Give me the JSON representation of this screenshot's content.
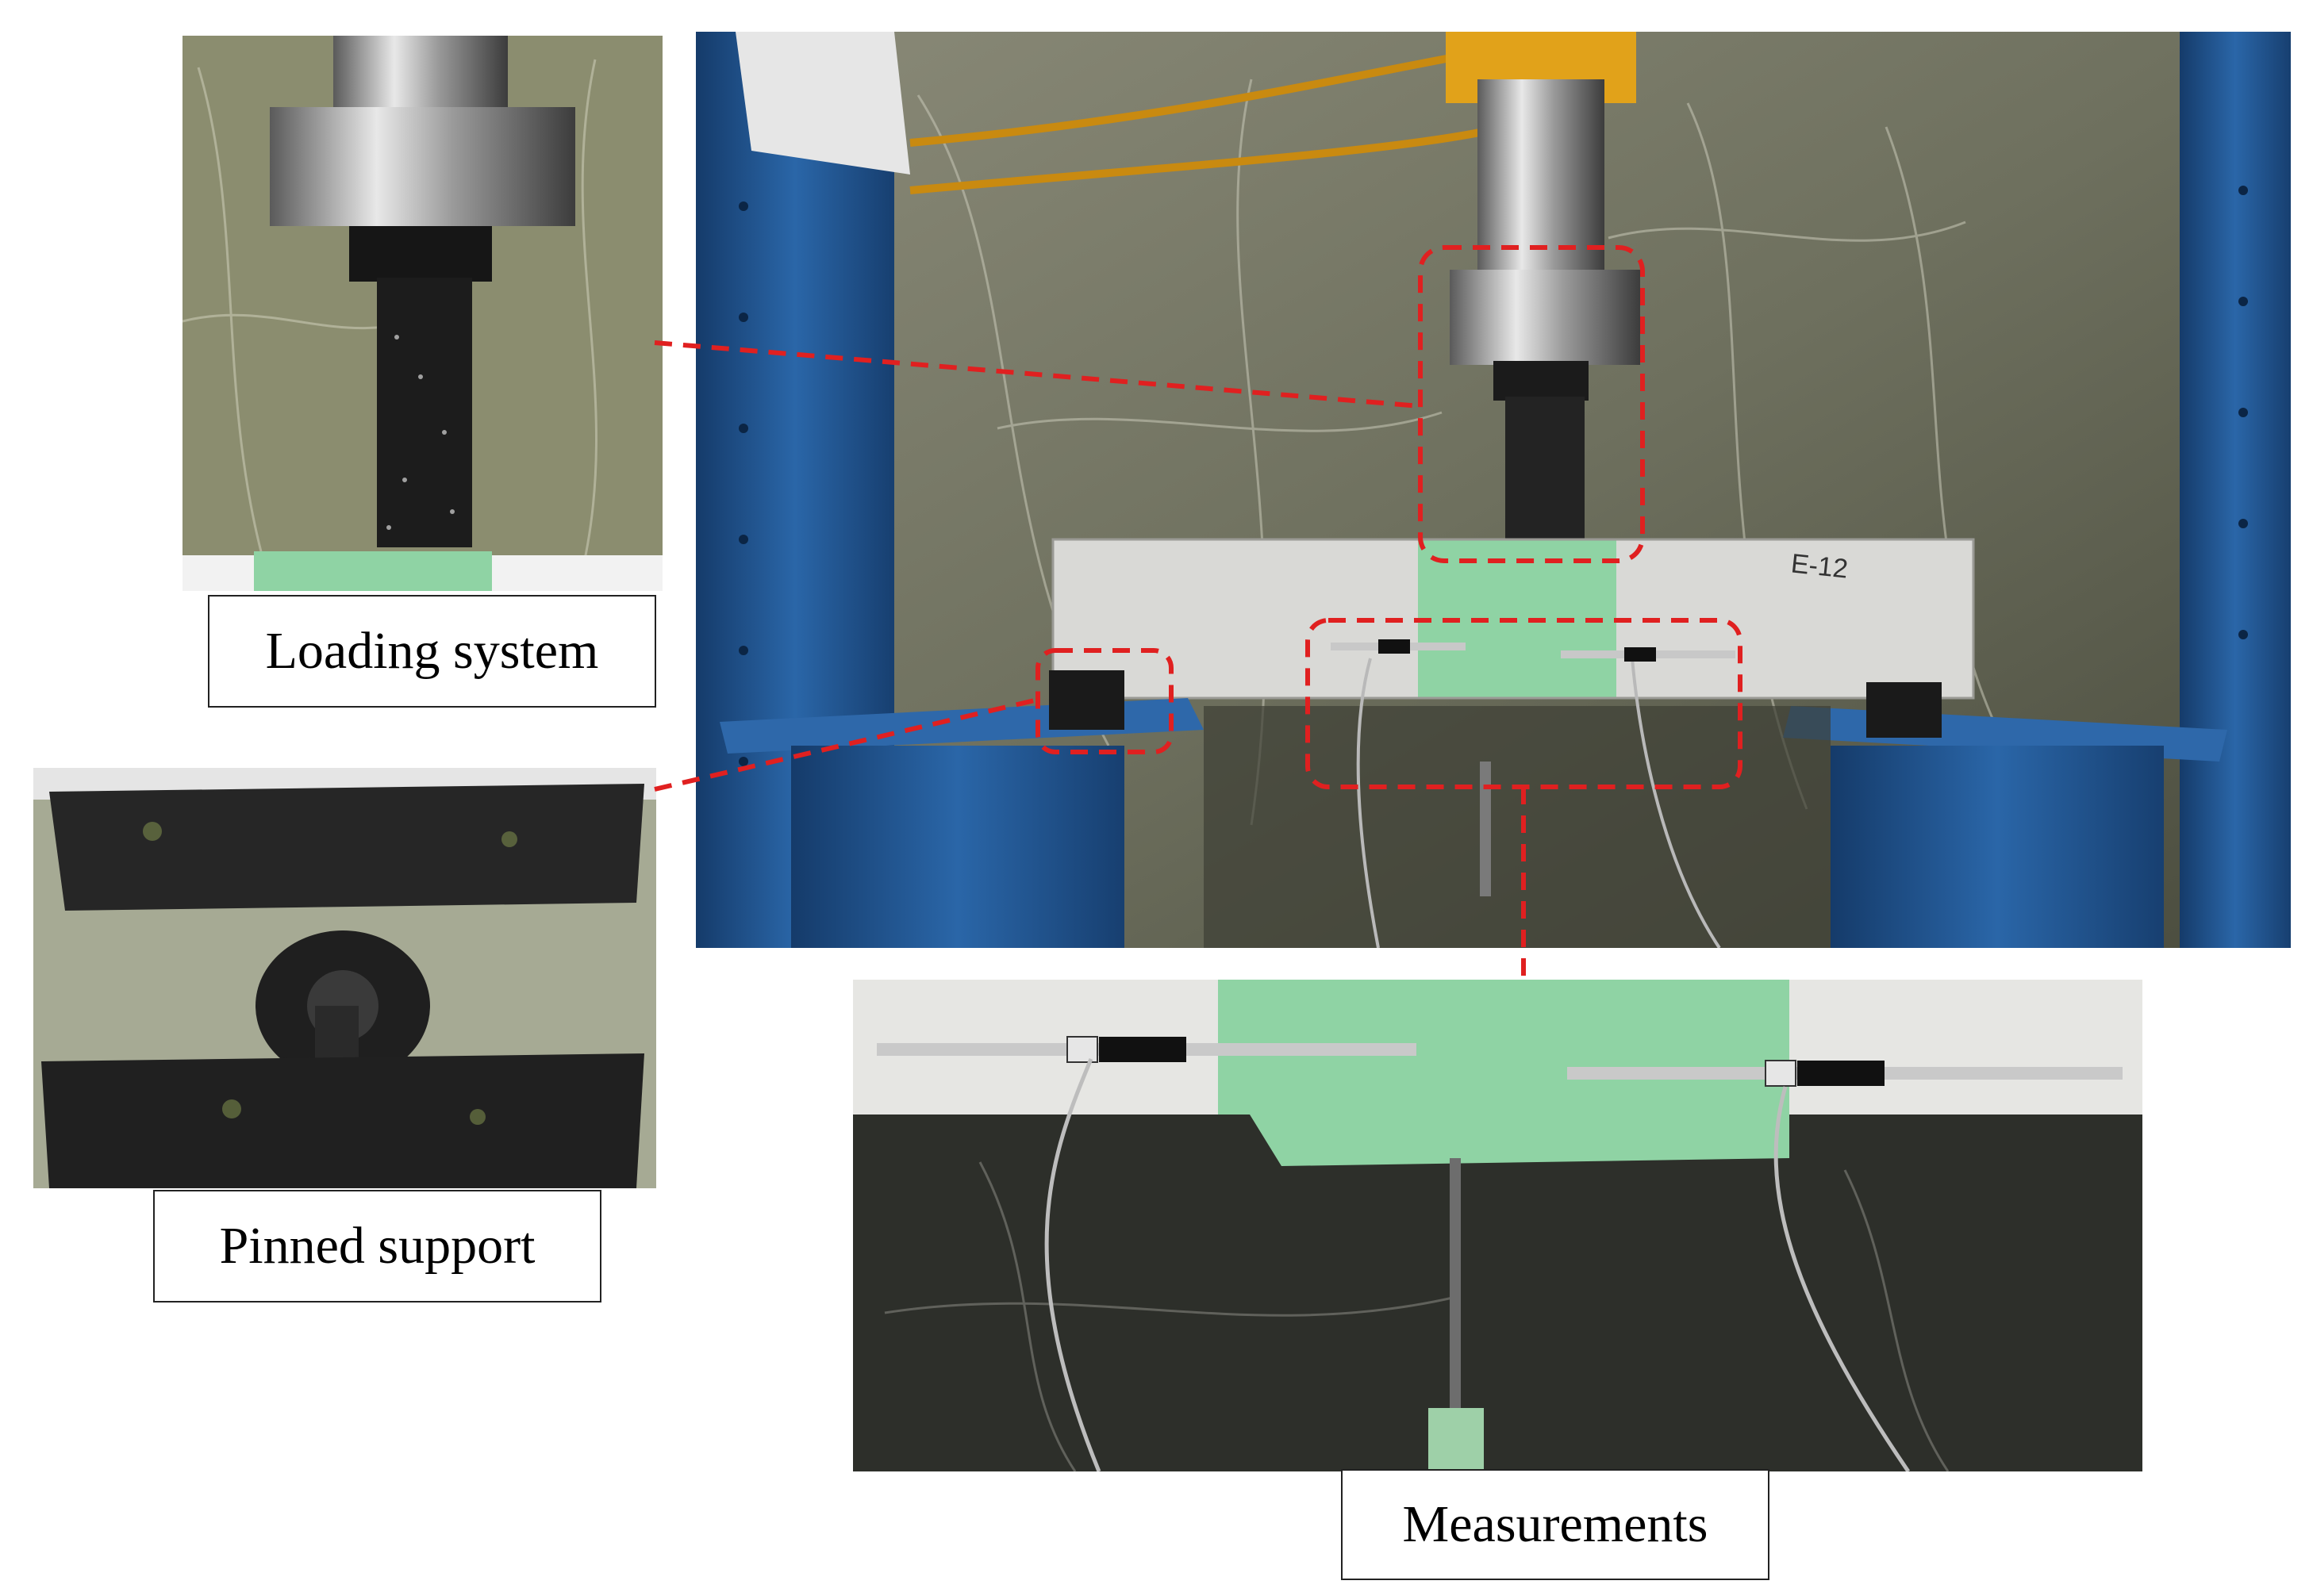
{
  "labels": {
    "loading": "Loading system",
    "pinned": "Pinned support",
    "measure": "Measurements"
  },
  "beam_marking": "E-12",
  "colors": {
    "callout": "#e02020",
    "frame_blue": "#1f4f86",
    "beam": "#dcdcdc",
    "green_zone": "#8fd3a4"
  }
}
